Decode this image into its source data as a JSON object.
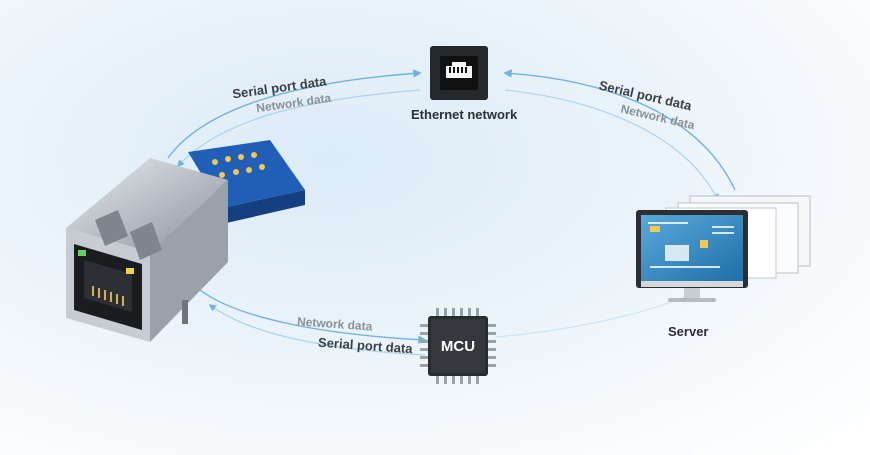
{
  "nodes": {
    "ethernet": {
      "label": "Ethernet network",
      "icon": "ethernet-port-icon"
    },
    "server": {
      "label": "Server",
      "icon": "monitor-icon"
    },
    "mcu": {
      "label": "MCU",
      "icon": "chip-icon"
    },
    "module": {
      "icon": "rj45-module-image"
    }
  },
  "links": {
    "module_ethernet": {
      "primary": "Serial port data",
      "secondary": "Network data"
    },
    "ethernet_server": {
      "primary": "Serial port data",
      "secondary": "Network data"
    },
    "module_mcu": {
      "primary": "Network data",
      "secondary": "Serial port data"
    }
  },
  "colors": {
    "arrow": "#6ab4e6",
    "text_dark": "#3b3f45",
    "text_light": "#8a9098"
  }
}
